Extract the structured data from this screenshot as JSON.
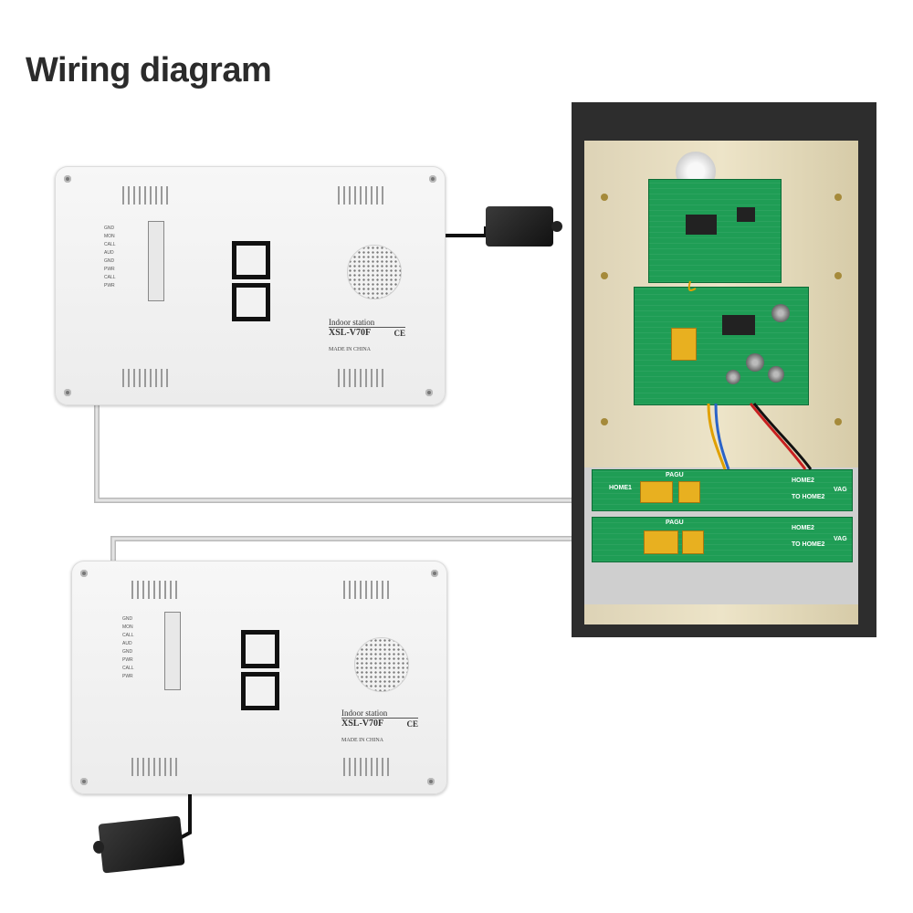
{
  "title": "Wiring diagram",
  "indoor_station": {
    "label_line1": "Indoor station",
    "label_model": "XSL-V70F",
    "label_origin": "MADE IN CHINA",
    "ce_mark": "CE",
    "terminals": [
      "GND",
      "MON",
      "CALL",
      "AUD",
      "GND",
      "PWR",
      "CALL",
      "PWR"
    ]
  },
  "outdoor_unit": {
    "board_brand": "PAGU",
    "board_text_home1": "HOME1",
    "board_text_home2": "HOME2",
    "board_text_to_home": "TO HOME2",
    "board_side": "VAG"
  },
  "colors": {
    "wire_grey": "#c8c8c8",
    "wire_black": "#111111",
    "pcb_green": "#1f9d55",
    "relay_yellow": "#e8b020",
    "housing_dark": "#2d2d2d"
  }
}
